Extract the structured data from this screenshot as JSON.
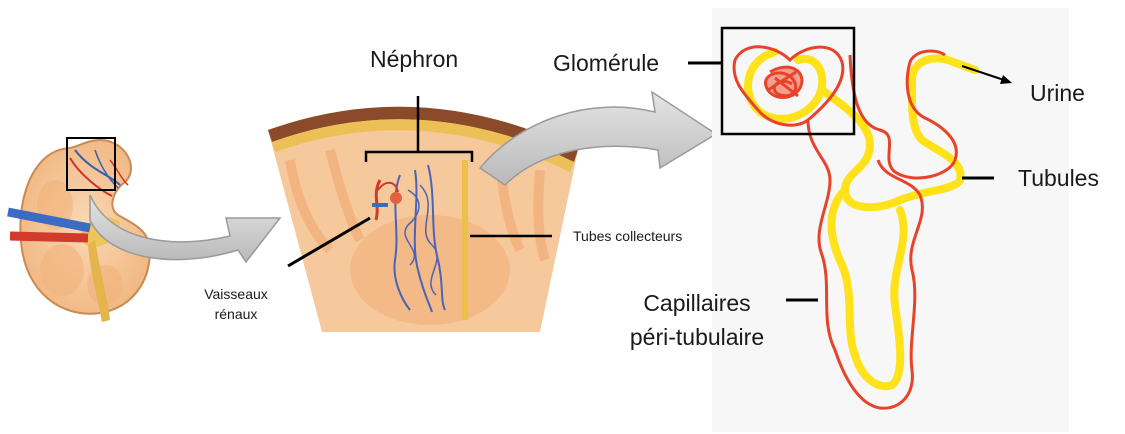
{
  "labels": {
    "nephron": "Néphron",
    "glomerule": "Glomérule",
    "urine": "Urine",
    "tubules": "Tubules",
    "capillaires_line1": "Capillaires",
    "capillaires_line2": "péri-tubulaire",
    "tubes_collecteurs": "Tubes collecteurs",
    "vaisseaux_line1": "Vaisseaux",
    "vaisseaux_line2": "rénaux"
  },
  "colors": {
    "capillary_red": "#e8432a",
    "tubule_yellow": "#ffe21a",
    "arrow_gray": "#c9c9c9",
    "kidney_orange": "#f6c89a",
    "cortex_band": "#8b4a2a"
  }
}
